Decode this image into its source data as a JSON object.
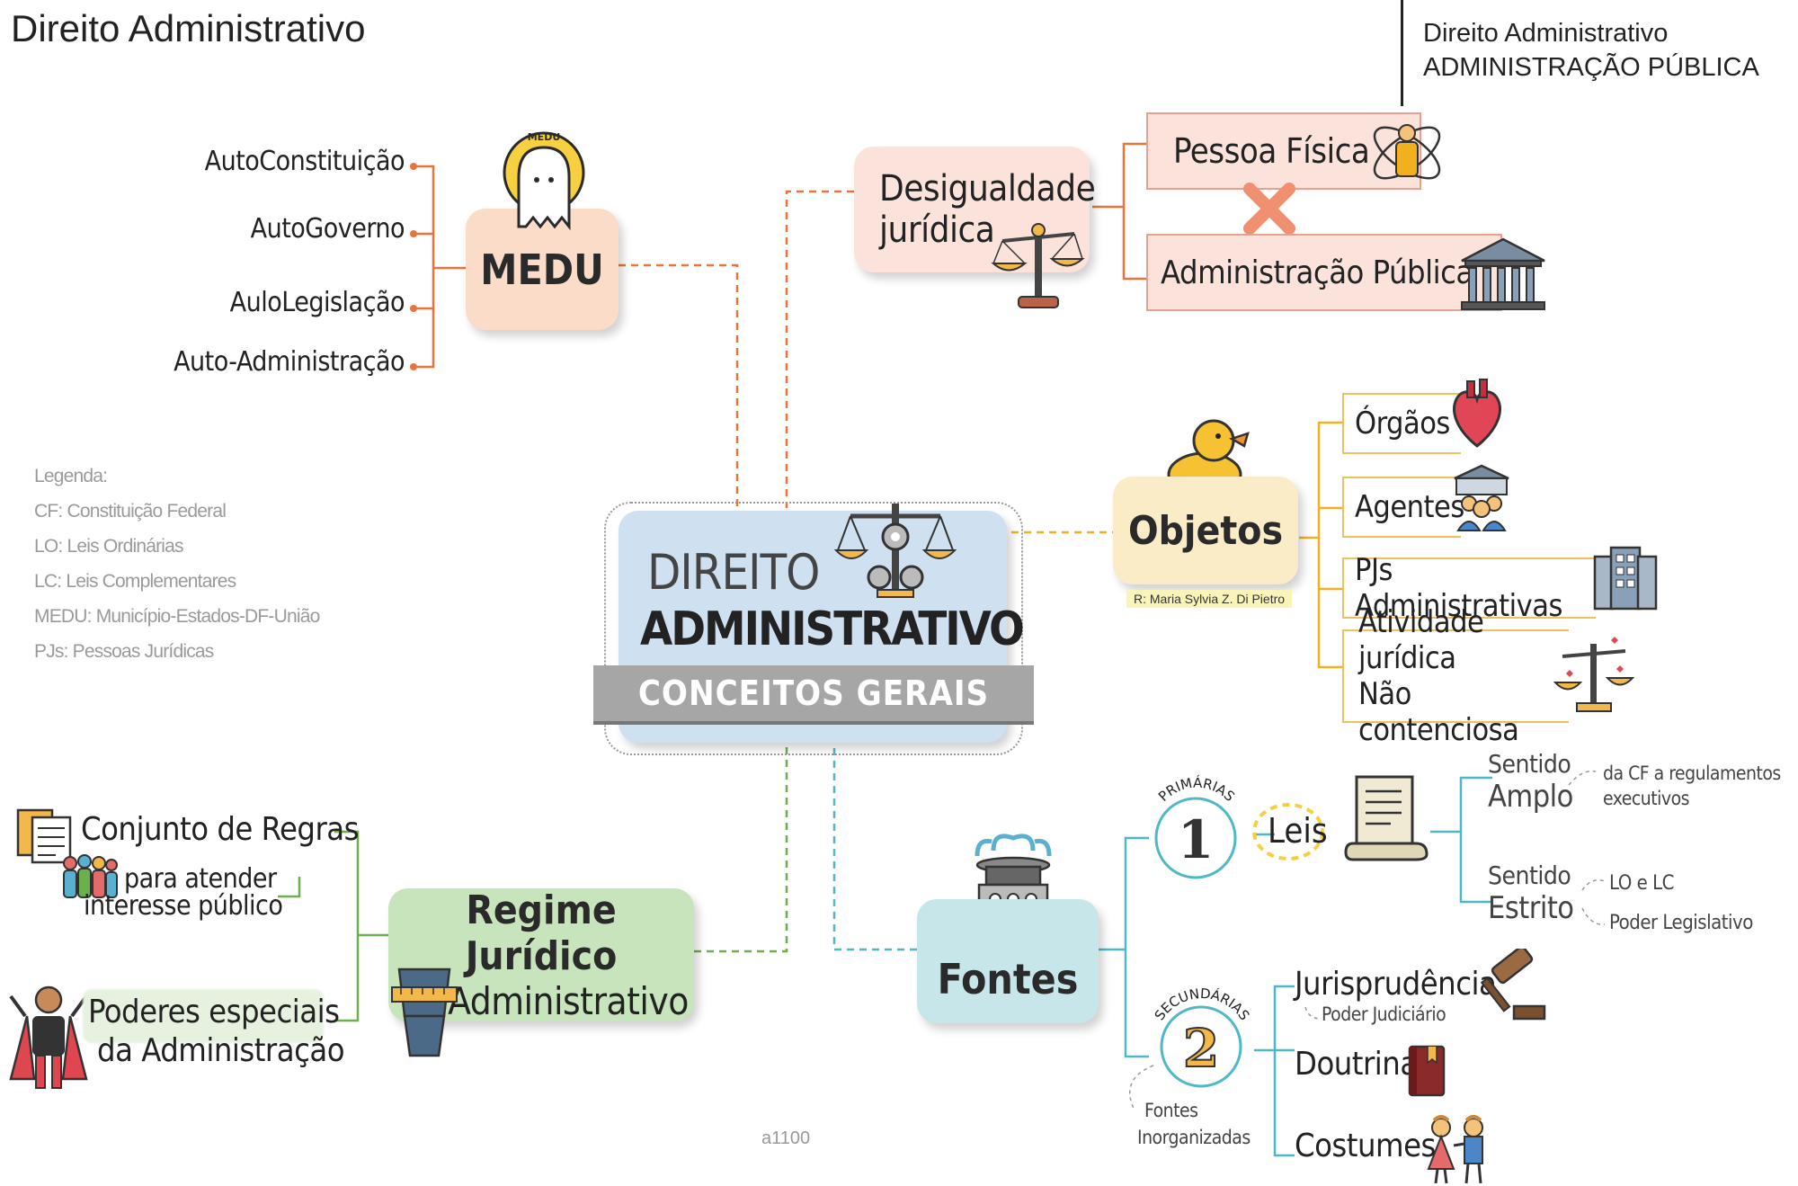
{
  "header": {
    "title": "Direito Administrativo",
    "right_line1": "Direito Administrativo",
    "right_line2": "ADMINISTRAÇÃO PÚBLICA"
  },
  "center": {
    "line1": "DIREITO",
    "line2": "ADMINISTRATIVO",
    "banner": "CONCEITOS GERAIS"
  },
  "legend": {
    "items": [
      "Legenda:",
      "CF: Constituição Federal",
      "LO: Leis Ordinárias",
      "LC: Leis Complementares",
      "MEDU: Município-Estados-DF-União",
      "PJs: Pessoas Jurídicas"
    ]
  },
  "medu": {
    "title": "MEDU",
    "badge": "MEDU",
    "items": [
      "AutoConstituição",
      "AutoGoverno",
      "AuloLegislação",
      "Auto-Administração"
    ]
  },
  "desigualdade": {
    "title_line1": "Desigualdade",
    "title_line2": "jurídica",
    "item1": "Pessoa Física",
    "item2": "Administração Pública"
  },
  "objetos": {
    "title": "Objetos",
    "note": "R: Maria Sylvia Z. Di Pietro",
    "items": [
      "Órgãos",
      "Agentes",
      "PJs Administrativas",
      "Atividade jurídica",
      "Não contenciosa"
    ]
  },
  "regime": {
    "title_line1": "Regime Jurídico",
    "title_line2": "Administrativo",
    "item1": "Conjunto de Regras",
    "item1_sub1": "para atender",
    "item1_sub2": "interesse público",
    "item2_line1": "Poderes especiais",
    "item2_line2": "da Administração"
  },
  "fontes": {
    "title": "Fontes",
    "primarias_label": "PRIMÁRIAS",
    "primarias_num": "1",
    "leis": "Leis",
    "amplo_1": "Sentido",
    "amplo_2": "Amplo",
    "amplo_note_1": "da CF a regulamentos",
    "amplo_note_2": "executivos",
    "estrito_1": "Sentido",
    "estrito_2": "Estrito",
    "estrito_note_1": "LO e LC",
    "estrito_note_2": "Poder Legislativo",
    "secundarias_label": "SECUNDÁRIAS",
    "secundarias_num": "2",
    "jurisprudencia": "Jurisprudência",
    "jurisprudencia_note": "Poder Judiciário",
    "doutrina": "Doutrina",
    "costumes": "Costumes",
    "inorg_1": "Fontes",
    "inorg_2": "Inorganizadas"
  },
  "footer": {
    "code": "a1100"
  },
  "colors": {
    "medu": "#e8743a",
    "desigualdade": "#e8743a",
    "objetos": "#f0b020",
    "regime": "#6ab04c",
    "fontes": "#4fb8c8"
  },
  "icons": [
    "ghost-icon",
    "scales-icon",
    "atom-person-icon",
    "x-mark-icon",
    "bank-icon",
    "duck-icon",
    "heart-icon",
    "agents-icon",
    "building-icon",
    "scales-hearts-icon",
    "documents-icon",
    "people-icon",
    "hero-icon",
    "measuring-tape-icon",
    "fountain-icon",
    "scroll-icon",
    "gavel-icon",
    "book-icon",
    "dancers-icon"
  ]
}
